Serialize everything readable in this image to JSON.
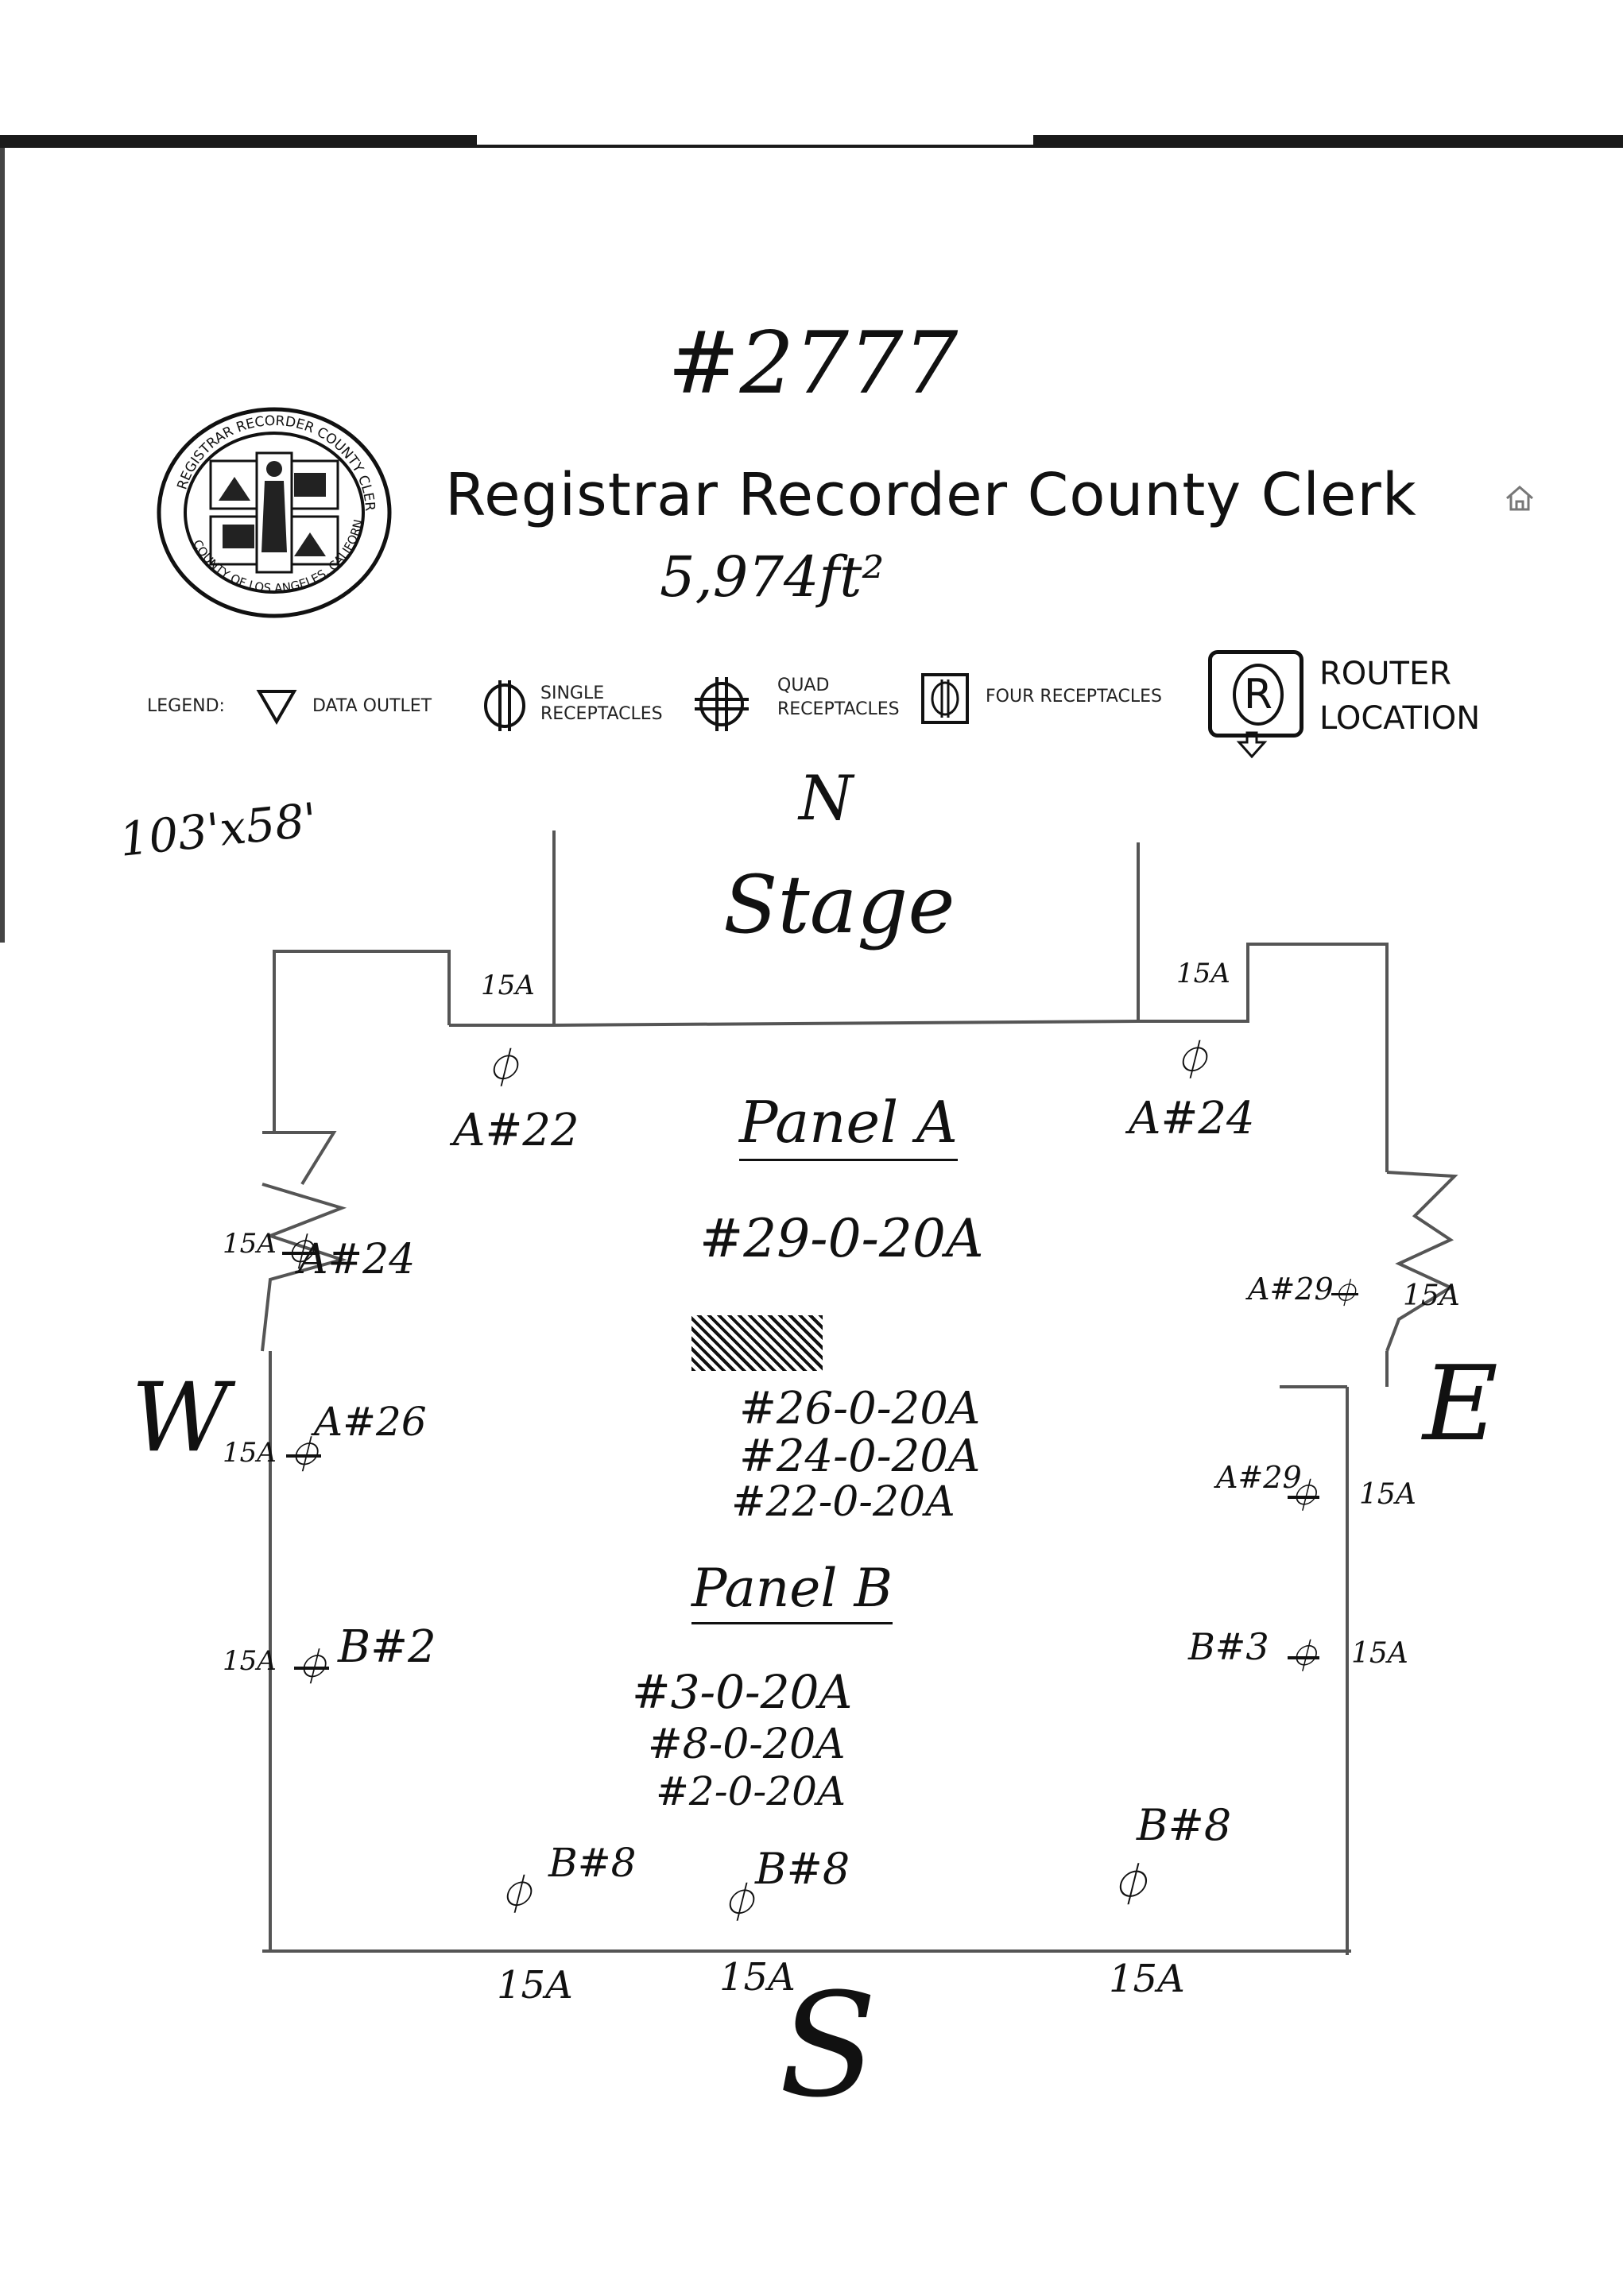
{
  "header": {
    "title": "Registrar Recorder County Clerk",
    "room_number": "#2777",
    "area": "5,974ft²",
    "dimensions": "103'x58'"
  },
  "seal": {
    "text_top": "REGISTRAR RECORDER COUNTY CLERK",
    "text_bottom": "COUNTY OF LOS ANGELES, CALIFORNIA"
  },
  "legend": {
    "label": "LEGEND:",
    "data_outlet": "DATA OUTLET",
    "single_receptacles": [
      "SINGLE",
      "RECEPTACLES"
    ],
    "quad_receptacles": [
      "QUAD",
      "RECEPTACLES"
    ],
    "four_receptacles": "FOUR RECEPTACLES",
    "router_letter": "R",
    "router_location": [
      "ROUTER",
      "LOCATION"
    ]
  },
  "compass": {
    "north": "N",
    "south": "S",
    "east": "E",
    "west": "W"
  },
  "plan": {
    "stage": "Stage",
    "panel_a": {
      "title": "Panel A",
      "circuits": [
        "#29-0-20A",
        "#26-0-20A",
        "#24-0-20A",
        "#22-0-20A"
      ]
    },
    "panel_b": {
      "title": "Panel B",
      "circuits": [
        "#3-0-20A",
        "#8-0-20A",
        "#2-0-20A"
      ]
    },
    "outlets": {
      "north_left_amp": "15A",
      "north_left_label": "A#22",
      "north_right_amp": "15A",
      "north_right_label": "A#24",
      "west_1_amp": "15A",
      "west_1_label": "A#24",
      "west_2_amp": "15A",
      "west_2_label": "A#26",
      "west_3_amp": "15A",
      "west_3_label": "B#2",
      "east_1_amp": "15A",
      "east_1_label": "A#29",
      "east_2_amp": "15A",
      "east_2_label": "A#29",
      "east_3_amp": "15A",
      "east_3_label": "B#3",
      "south_1_amp": "15A",
      "south_1_label": "B#8",
      "south_2_amp": "15A",
      "south_2_label": "B#8",
      "south_3_amp": "15A",
      "south_3_label": "B#8"
    }
  }
}
